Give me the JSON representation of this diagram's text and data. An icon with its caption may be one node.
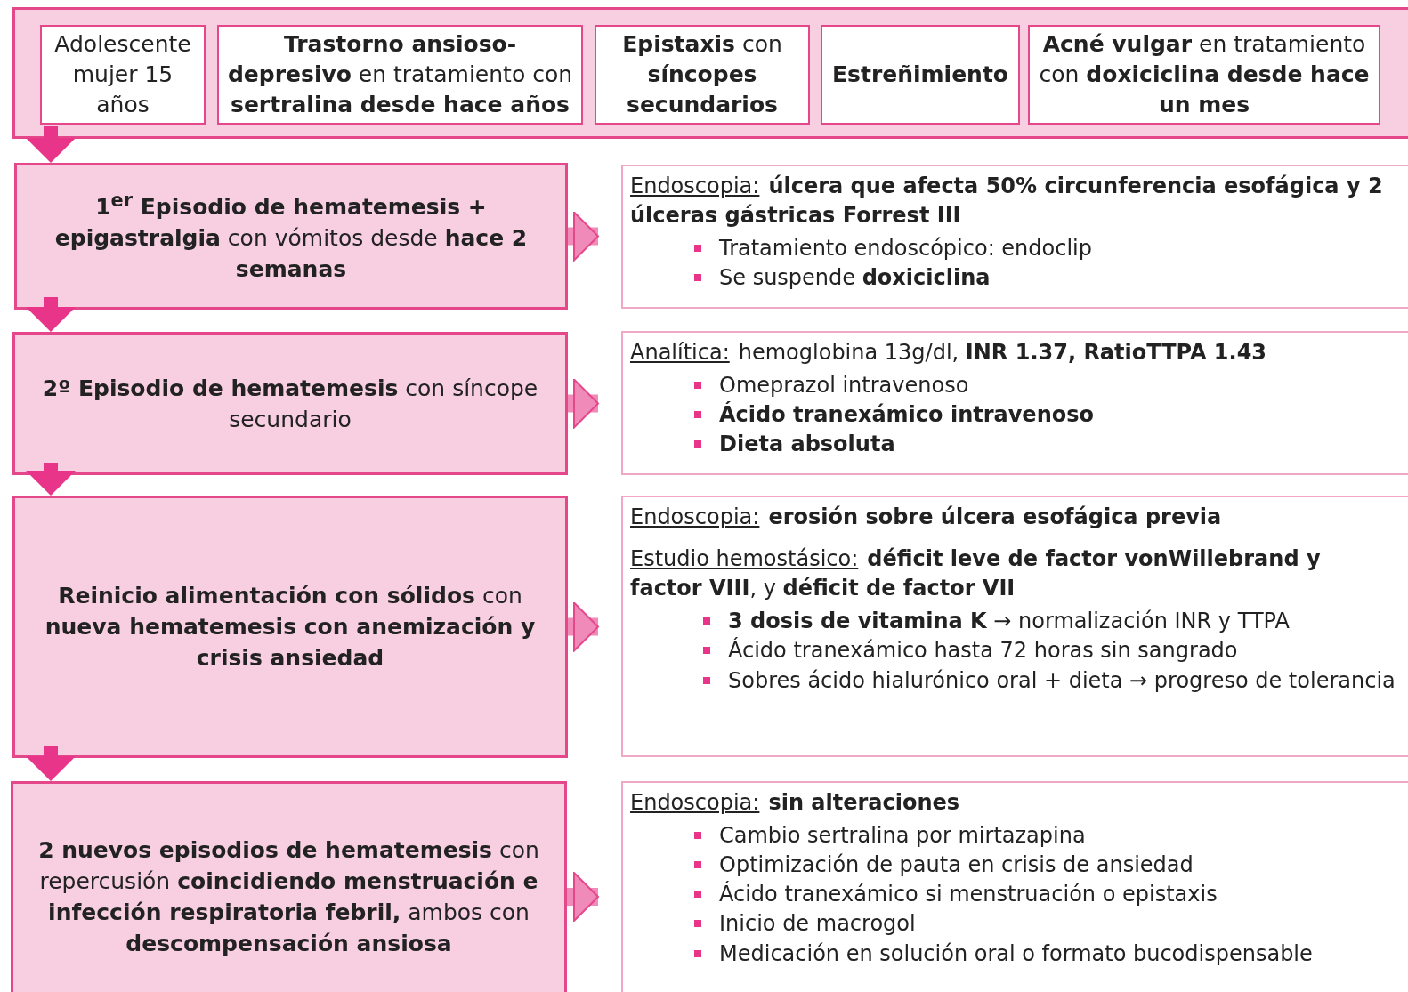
{
  "diagram": {
    "nodes": [
      {
        "text": [],
        "shape": "box"
      },
      {
        "text": [
          "Adolescente mujer 15 años"
        ],
        "in": 0
      },
      {
        "text": [
          "**Trastorno ansioso-depresivo** en tratamiento con **sertralina desde hace años**"
        ],
        "in": 0
      },
      {
        "text": [
          "**Epistaxis** con **síncopes secundarios**"
        ],
        "in": 0
      },
      {
        "text": [
          "**Estreñimiento**"
        ],
        "in": 0
      },
      {
        "text": [
          "**Acné vulgar** en tratamiento con **doxiciclina desde hace un mes**"
        ],
        "in": 0
      },
      {
        "text": [
          "**1$^{er}$ Episodio de hematemesis + epigastralgia** con vómitos desde **hace 2 semanas**"
        ]
      },
      {
        "text": [
          "Endoscopia:",
          "úlcera que afecta 50% circunferencia esofágica y 2 úlceras gástricas Forrest III",
          "Tratamiento endoscópico: endoclip",
          "Se suspende **doxiciclina**"
        ]
      },
      {
        "text": [
          "**2º Episodio de hematemesis** con síncope secundario"
        ]
      },
      {
        "text": [
          "Analítica:",
          "hemoglobina 13g/dl, **INR 1.37, RatioTTPA 1.43**",
          "Omeprazol intravenoso",
          "**Ácido tranexámico intravenoso**",
          "**Dieta absoluta**"
        ]
      },
      {
        "text": [
          "**Reinicio alimentación con sólidos** con **nueva hematemesis con anemización y crisis ansiedad**"
        ]
      },
      {
        "text": [
          "Endoscopia:",
          "erosión sobre úlcera esofágica previa",
          "Estudio hemostásico:",
          "**déficit leve de factor vonWillebrand y factor VIII**, y **déficit de factor VII**",
          "**3 dosis de vitamina K** → normalización INR y TTPA",
          "Ácido tranexámico hasta 72 horas sin sangrado",
          "Sobres ácido hialurónico oral + dieta → progreso de tolerancia"
        ]
      },
      {
        "text": [
          "**2 nuevos episodios de hematemesis** con repercusión **coincidiendo menstruación e infección respiratoria febril,** ambos con **descompensación ansiosa**"
        ]
      },
      {
        "text": [
          "Endoscopia:",
          "sin alteraciones",
          "Cambio sertralina por mirtazapina",
          "Optimización de pauta en crisis de ansiedad",
          "Ácido tranexámico si menstruación o epistaxis",
          "Inicio de macrogol",
          "Medicación en solución oral o formato bucodispensable"
        ]
      }
    ],
    "edges": [
      {
        "from": 0,
        "to": 6,
        "arrow": "to",
        "color": "#e8358a"
      },
      {
        "from": 6,
        "to": 7,
        "arrow": "to"
      },
      {
        "from": 6,
        "to": 8,
        "arrow": "to",
        "color": "#e8358a"
      },
      {
        "from": 8,
        "to": 9,
        "arrow": "to"
      },
      {
        "from": 8,
        "to": 10,
        "arrow": "to",
        "color": "#e8358a"
      },
      {
        "from": 10,
        "to": 11,
        "arrow": "to"
      },
      {
        "from": 10,
        "to": 12,
        "arrow": "to",
        "color": "#e8358a"
      },
      {
        "from": 12,
        "to": 13,
        "arrow": "to"
      }
    ]
  }
}
